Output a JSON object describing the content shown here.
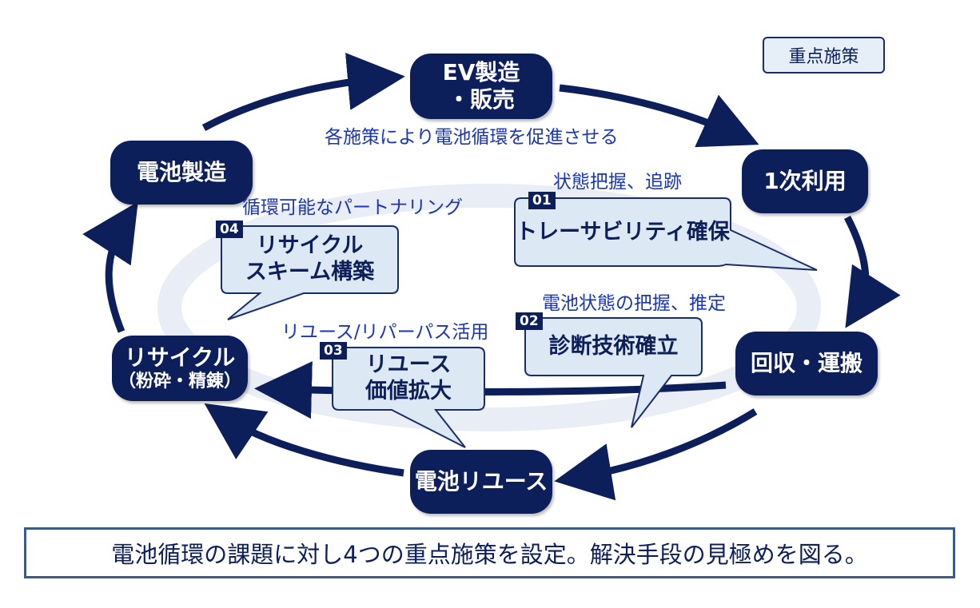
{
  "legend": "重点施策",
  "center_caption": "各施策により電池循環を促進させる",
  "nodes": {
    "ev": {
      "line1": "EV製造",
      "line2": "・販売"
    },
    "first_use": {
      "line1": "1次利用"
    },
    "collection": {
      "line1": "回収・運搬"
    },
    "reuse": {
      "line1": "電池リユース"
    },
    "recycle": {
      "line1": "リサイクル",
      "line2": "（粉砕・精錬）"
    },
    "battery_mfg": {
      "line1": "電池製造"
    }
  },
  "measures": [
    {
      "number": "01",
      "caption": "状態把握、追跡",
      "line1": "トレーサビリティ確保",
      "line2": ""
    },
    {
      "number": "02",
      "caption": "電池状態の把握、推定",
      "line1": "診断技術確立",
      "line2": ""
    },
    {
      "number": "03",
      "caption": "リユース/リパーパス活用",
      "line1": "リユース",
      "line2": "価値拡大"
    },
    {
      "number": "04",
      "caption": "循環可能なパートナリング",
      "line1": "リサイクル",
      "line2": "スキーム構築"
    }
  ],
  "summary": "電池循環の課題に対し4つの重点施策を設定。解決手段の見極めを図る。",
  "colors": {
    "node_fill": "#0d1f5a",
    "bubble_fill": "#dde8f5",
    "caption_text": "#1a35b8",
    "ring": "#e9edf5"
  }
}
